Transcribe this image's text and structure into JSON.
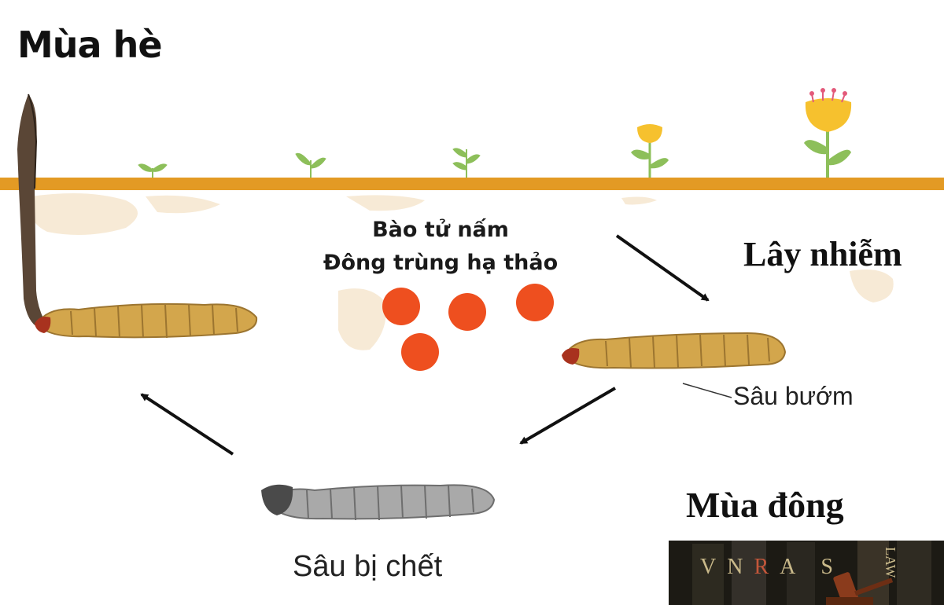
{
  "title": "Mùa hè",
  "spore_label": [
    "Bào tử nấm",
    "Đông trùng hạ thảo"
  ],
  "infection_label": "Lây nhiễm",
  "larva_label": "Sâu bướm",
  "dead_larva_label": "Sâu bị chết",
  "winter_label": "Mùa đông",
  "logo": {
    "letters": [
      "V",
      "N",
      "R",
      "A",
      "S"
    ],
    "side_text": "LAW"
  },
  "colors": {
    "ground": "#e39a24",
    "spore": "#ee4f1f",
    "larva": "#d3a64c",
    "dead_larva": "#a9a9a9",
    "stalk": "#5a4636",
    "flower": "#f6c12e",
    "leaf": "#8dbf5a"
  }
}
